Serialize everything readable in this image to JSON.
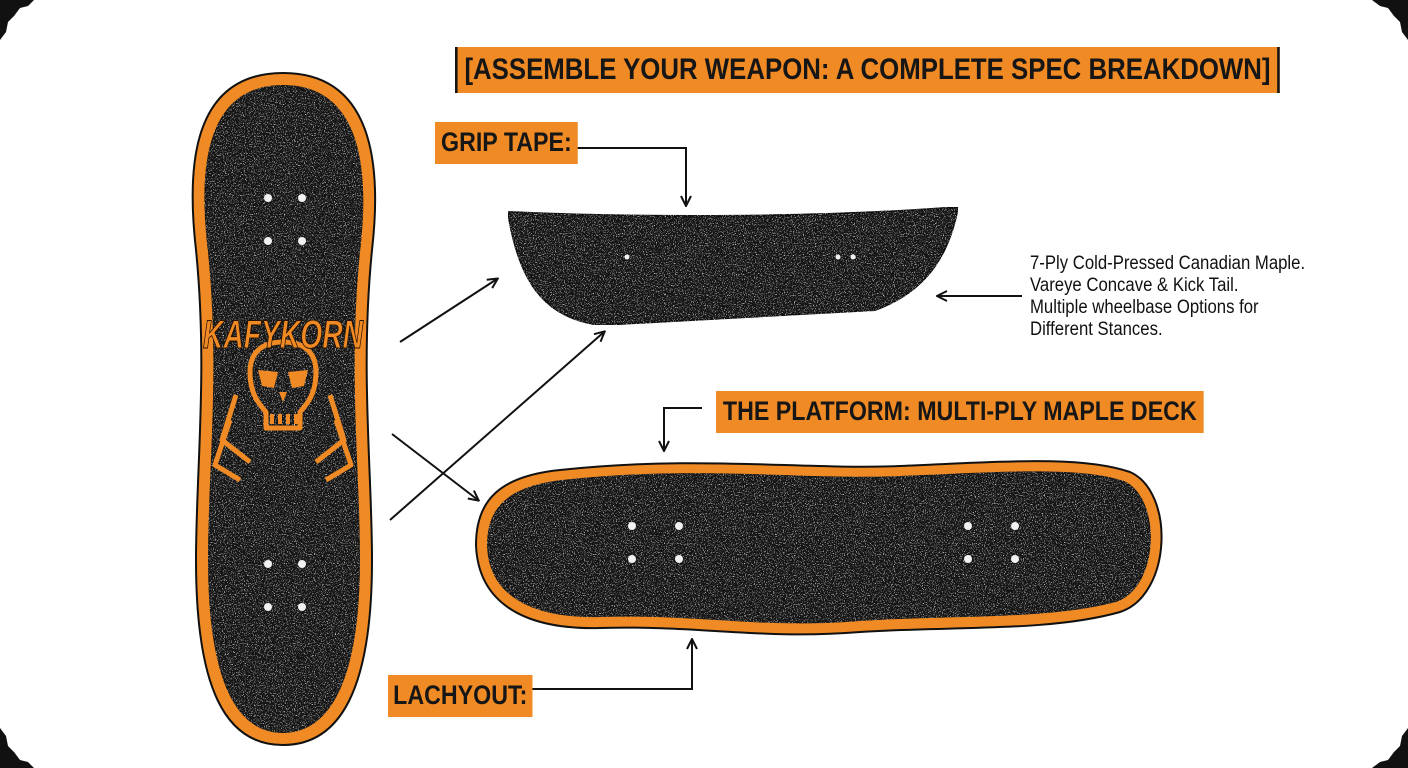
{
  "title": "[ASSEMBLE YOUR WEAPON: A COMPLETE SPEC BREAKDOWN]",
  "labels": {
    "grip_tape": "GRIP TAPE:",
    "platform": "THE PLATFORM: MULTI-PLY MAPLE DECK",
    "lachyout": "LACHYOUT:"
  },
  "spec_lines": [
    "7-Ply Cold-Pressed Canadian Maple.",
    "Vareye Concave & Kick Tail.",
    "Multiple wheelbase Options for",
    "Different Stances."
  ],
  "deck_graphic_text": "KAFYKORN",
  "colors": {
    "accent": "#f08a24",
    "grip": "#151515",
    "ink": "#111111",
    "background": "#ffffff"
  }
}
